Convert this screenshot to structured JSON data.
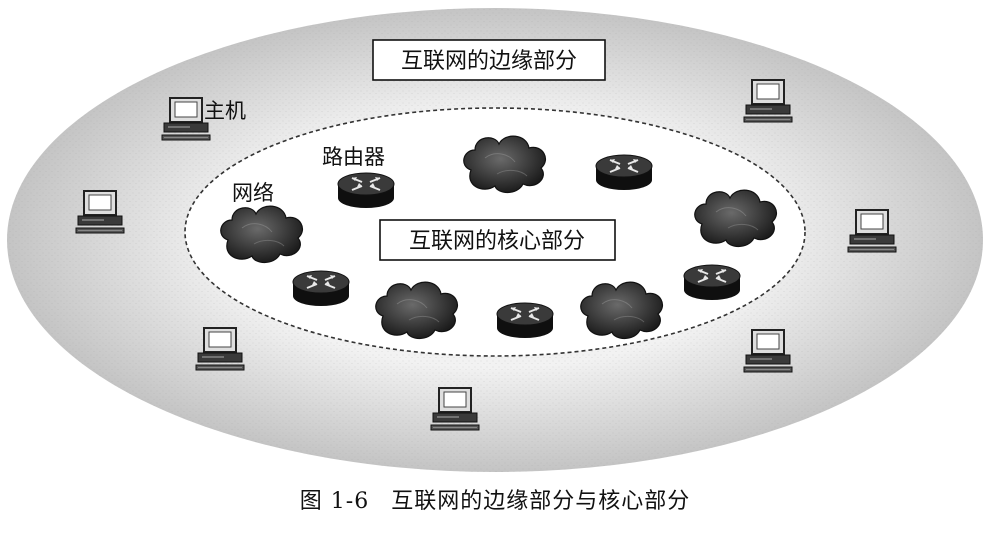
{
  "edge_label": "互联网的边缘部分",
  "core_label": "互联网的核心部分",
  "host_label": "主机",
  "router_label": "路由器",
  "network_label": "网络",
  "caption": {
    "number": "图 1-6",
    "text": "互联网的边缘部分与核心部分"
  },
  "colors": {
    "edge_fill_center": "#f4f4f4",
    "edge_fill_outer": "#c9c9c9",
    "core_fill": "#ffffff",
    "router_body": "#1e1e1e",
    "cloud": "#3a3a3a"
  },
  "icons": {
    "host": "desktop-computer-icon",
    "router": "router-icon",
    "network": "network-cloud-icon"
  }
}
